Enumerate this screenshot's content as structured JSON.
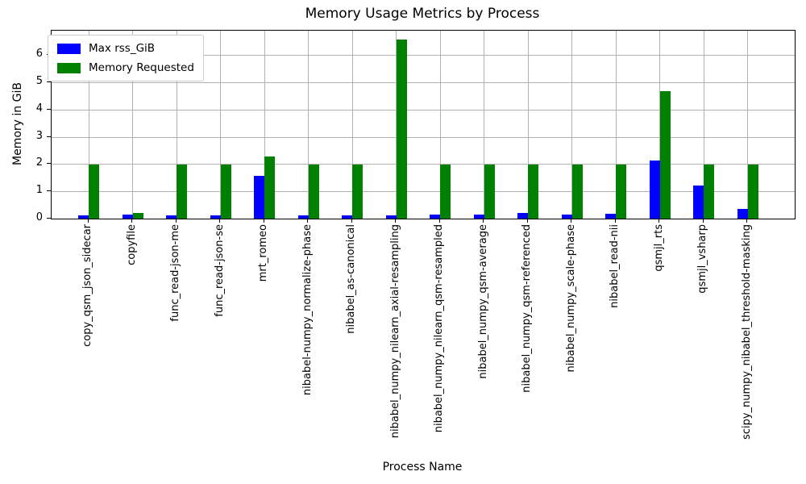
{
  "chart_data": {
    "type": "bar",
    "title": "Memory Usage Metrics by Process",
    "xlabel": "Process Name",
    "ylabel": "Memory in GiB",
    "categories": [
      "copy_qsm_json_sidecar",
      "copyfile",
      "func_read-json-me",
      "func_read-json-se",
      "mrt_romeo",
      "nibabel-numpy_normalize-phase",
      "nibabel_as-canonical",
      "nibabel_numpy_nilearn_axial-resampling",
      "nibabel_numpy_nilearn_qsm-resampled",
      "nibabel_numpy_qsm-average",
      "nibabel_numpy_qsm-referenced",
      "nibabel_numpy_scale-phase",
      "nibabel_read-nii",
      "qsmjl_rts",
      "qsmjl_vsharp",
      "scipy_numpy_nibabel_threshold-masking"
    ],
    "series": [
      {
        "name": "Max rss_GiB",
        "color": "#0000ff",
        "values": [
          0.13,
          0.14,
          0.13,
          0.13,
          1.58,
          0.13,
          0.13,
          0.13,
          0.14,
          0.14,
          0.22,
          0.14,
          0.17,
          2.14,
          1.22,
          0.37
        ]
      },
      {
        "name": "Memory Requested",
        "color": "#008000",
        "values": [
          1.98,
          0.2,
          1.98,
          1.98,
          2.28,
          1.98,
          1.98,
          6.56,
          1.98,
          1.98,
          1.98,
          1.98,
          1.98,
          4.67,
          1.98,
          1.98
        ]
      }
    ],
    "ylim": [
      0,
      6.89
    ],
    "yticks": [
      0,
      1,
      2,
      3,
      4,
      5,
      6
    ],
    "grid": true,
    "legend_position": "upper left"
  },
  "colors": {
    "grid": "#b0b0b0",
    "spine": "#000000",
    "background": "#ffffff"
  }
}
